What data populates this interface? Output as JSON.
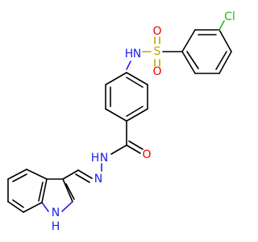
{
  "atoms": {
    "cl": {
      "label": "Cl",
      "color": "#1fb81f"
    },
    "s": {
      "label": "S",
      "color": "#b8a600"
    },
    "o_top": {
      "label": "O",
      "color": "#ee0000"
    },
    "o_bottom": {
      "label": "O",
      "color": "#ee0000"
    },
    "nh_sulfonamide": {
      "label": "N",
      "h": "H",
      "color": "#2020ee"
    },
    "o_carbonyl": {
      "label": "O",
      "color": "#ee0000"
    },
    "nh_amide": {
      "label": "N",
      "h": "H",
      "color": "#2020ee"
    },
    "n_imine": {
      "label": "N",
      "color": "#2020ee"
    },
    "nh_indole": {
      "label": "N",
      "h": "H",
      "color": "#2020ee"
    }
  }
}
